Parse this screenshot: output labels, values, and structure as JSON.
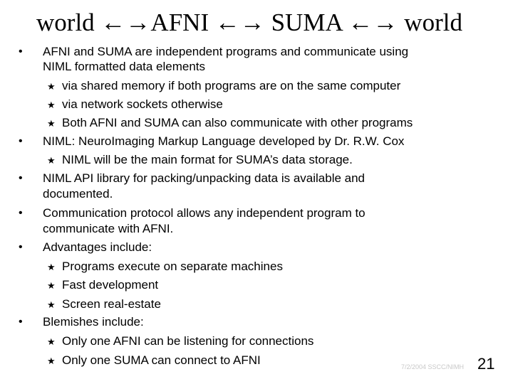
{
  "title": "world ←→AFNI ←→ SUMA ←→ world",
  "bullets": [
    {
      "lines": [
        "AFNI and SUMA are independent programs and communicate using",
        "NIML formatted data elements"
      ],
      "subs": [
        "via shared memory if both programs are on the same computer",
        "via network sockets otherwise",
        "Both AFNI and SUMA can also communicate with other programs"
      ]
    },
    {
      "lines": [
        "NIML: NeuroImaging Markup Language developed by Dr. R.W. Cox"
      ],
      "subs": [
        "NIML will be the main format for SUMA’s data storage."
      ]
    },
    {
      "lines": [
        "NIML API library for packing/unpacking data is available and",
        "documented."
      ]
    },
    {
      "lines": [
        "Communication protocol allows any independent program to",
        "communicate with AFNI."
      ]
    },
    {
      "lines": [
        "Advantages include:"
      ],
      "subs": [
        "Programs execute on separate machines",
        "Fast development",
        "Screen real-estate"
      ]
    },
    {
      "lines": [
        "Blemishes include:"
      ],
      "subs": [
        "Only one AFNI can be listening for connections",
        "Only one SUMA can connect to AFNI"
      ]
    }
  ],
  "footer": "7/2/2004 SSCC/NIMH",
  "page_number": "21"
}
